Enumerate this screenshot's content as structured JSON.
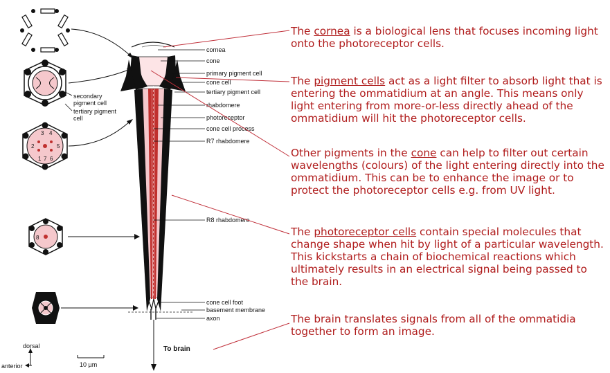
{
  "labels": {
    "cornea": "cornea",
    "cone": "cone",
    "primary_pigment_cell": "primary pigment cell",
    "cone_cell": "cone cell",
    "tertiary_pigment_cell": "tertiary pigment cell",
    "rhabdomere": "rhabdomere",
    "photoreceptor": "photoreceptor",
    "cone_cell_process": "cone cell process",
    "r7_rhabdomere": "R7 rhabdomere",
    "r8_rhabdomere": "R8 rhabdomere",
    "cone_cell_foot": "cone cell foot",
    "basement_membrane": "basement membrane",
    "axon": "axon",
    "secondary_pigment_cell_line1": "secondary",
    "secondary_pigment_cell_line2": "pigment cell",
    "tertiary_pigment_cell_left_line1": "tertiary pigment",
    "tertiary_pigment_cell_left_line2": "cell",
    "to_brain": "To brain",
    "dorsal": "dorsal",
    "anterior": "anterior",
    "scale": "10 µm"
  },
  "cell_numbers": [
    "1",
    "2",
    "3",
    "4",
    "5",
    "6",
    "7"
  ],
  "cross_section_numbers": [
    "8"
  ],
  "annotations": {
    "cornea": {
      "before": "The ",
      "keyword": "cornea",
      "after": " is a biological lens that focuses incoming light onto the photoreceptor cells."
    },
    "pigment": {
      "before": "The ",
      "keyword": "pigment cells",
      "after": " act as a light filter to absorb light that is entering the ommatidium at an angle. This means only light entering from more-or-less directly ahead of the ommatidium will hit the photoreceptor cells."
    },
    "cone": {
      "before": "Other pigments in the ",
      "keyword": "cone",
      "after": " can help to filter out certain wavelengths (colours) of the light entering directly into the ommatidium. This can be to enhance the image or to protect the photoreceptor cells e.g. from UV light."
    },
    "photoreceptor": {
      "before": "The ",
      "keyword": "photoreceptor cells",
      "after": " contain special molecules that change shape when hit by light of a particular wavelength. This kickstarts a chain of biochemical reactions which ultimately results in an electrical signal being passed to the brain."
    },
    "brain": {
      "text": "The brain translates signals from all of the ommatidia together to form an image."
    }
  },
  "colors": {
    "annotation_text": "#b01c1c",
    "pointer_line": "#c0303a",
    "pigment": "#111111",
    "cell_fill": "#f5c8cc",
    "rhabdomere": "#c0302e"
  }
}
